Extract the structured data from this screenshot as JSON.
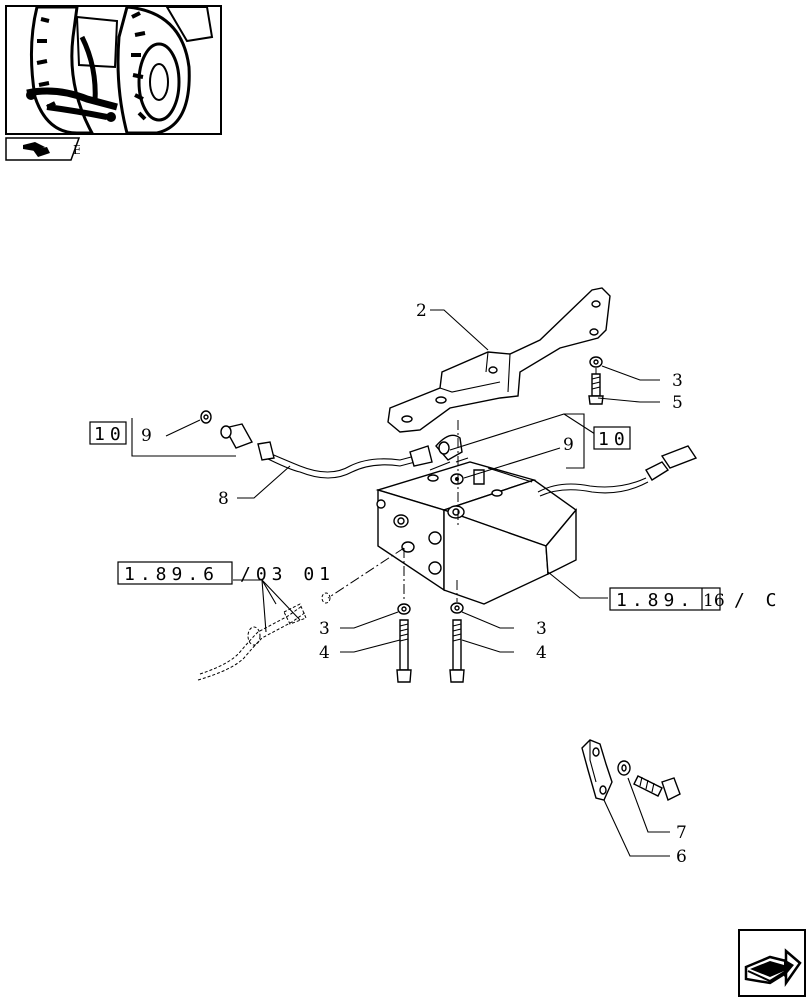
{
  "callouts": {
    "c2": "2",
    "c3_top": "3",
    "c5": "5",
    "c9_left": "9",
    "c9_right": "9",
    "c8": "8",
    "c3_left": "3",
    "c4_left": "4",
    "c3_right": "3",
    "c4_right": "4",
    "c7": "7",
    "c6": "6"
  },
  "refs": {
    "left_10": "10",
    "right_10": "10",
    "ref_1896_box": "1.89.6",
    "ref_1896_suffix": "/03 01",
    "ref_18916_box": "1.89.",
    "ref_18916_page": "16",
    "ref_18916_suffix": "/ C"
  },
  "thumbnail_tab_letter": "E",
  "icons": {
    "thumbnail": "tractor-rear-thumbnail",
    "tab_icon": "book-arrow-icon",
    "next": "next-page-arrow-icon"
  }
}
